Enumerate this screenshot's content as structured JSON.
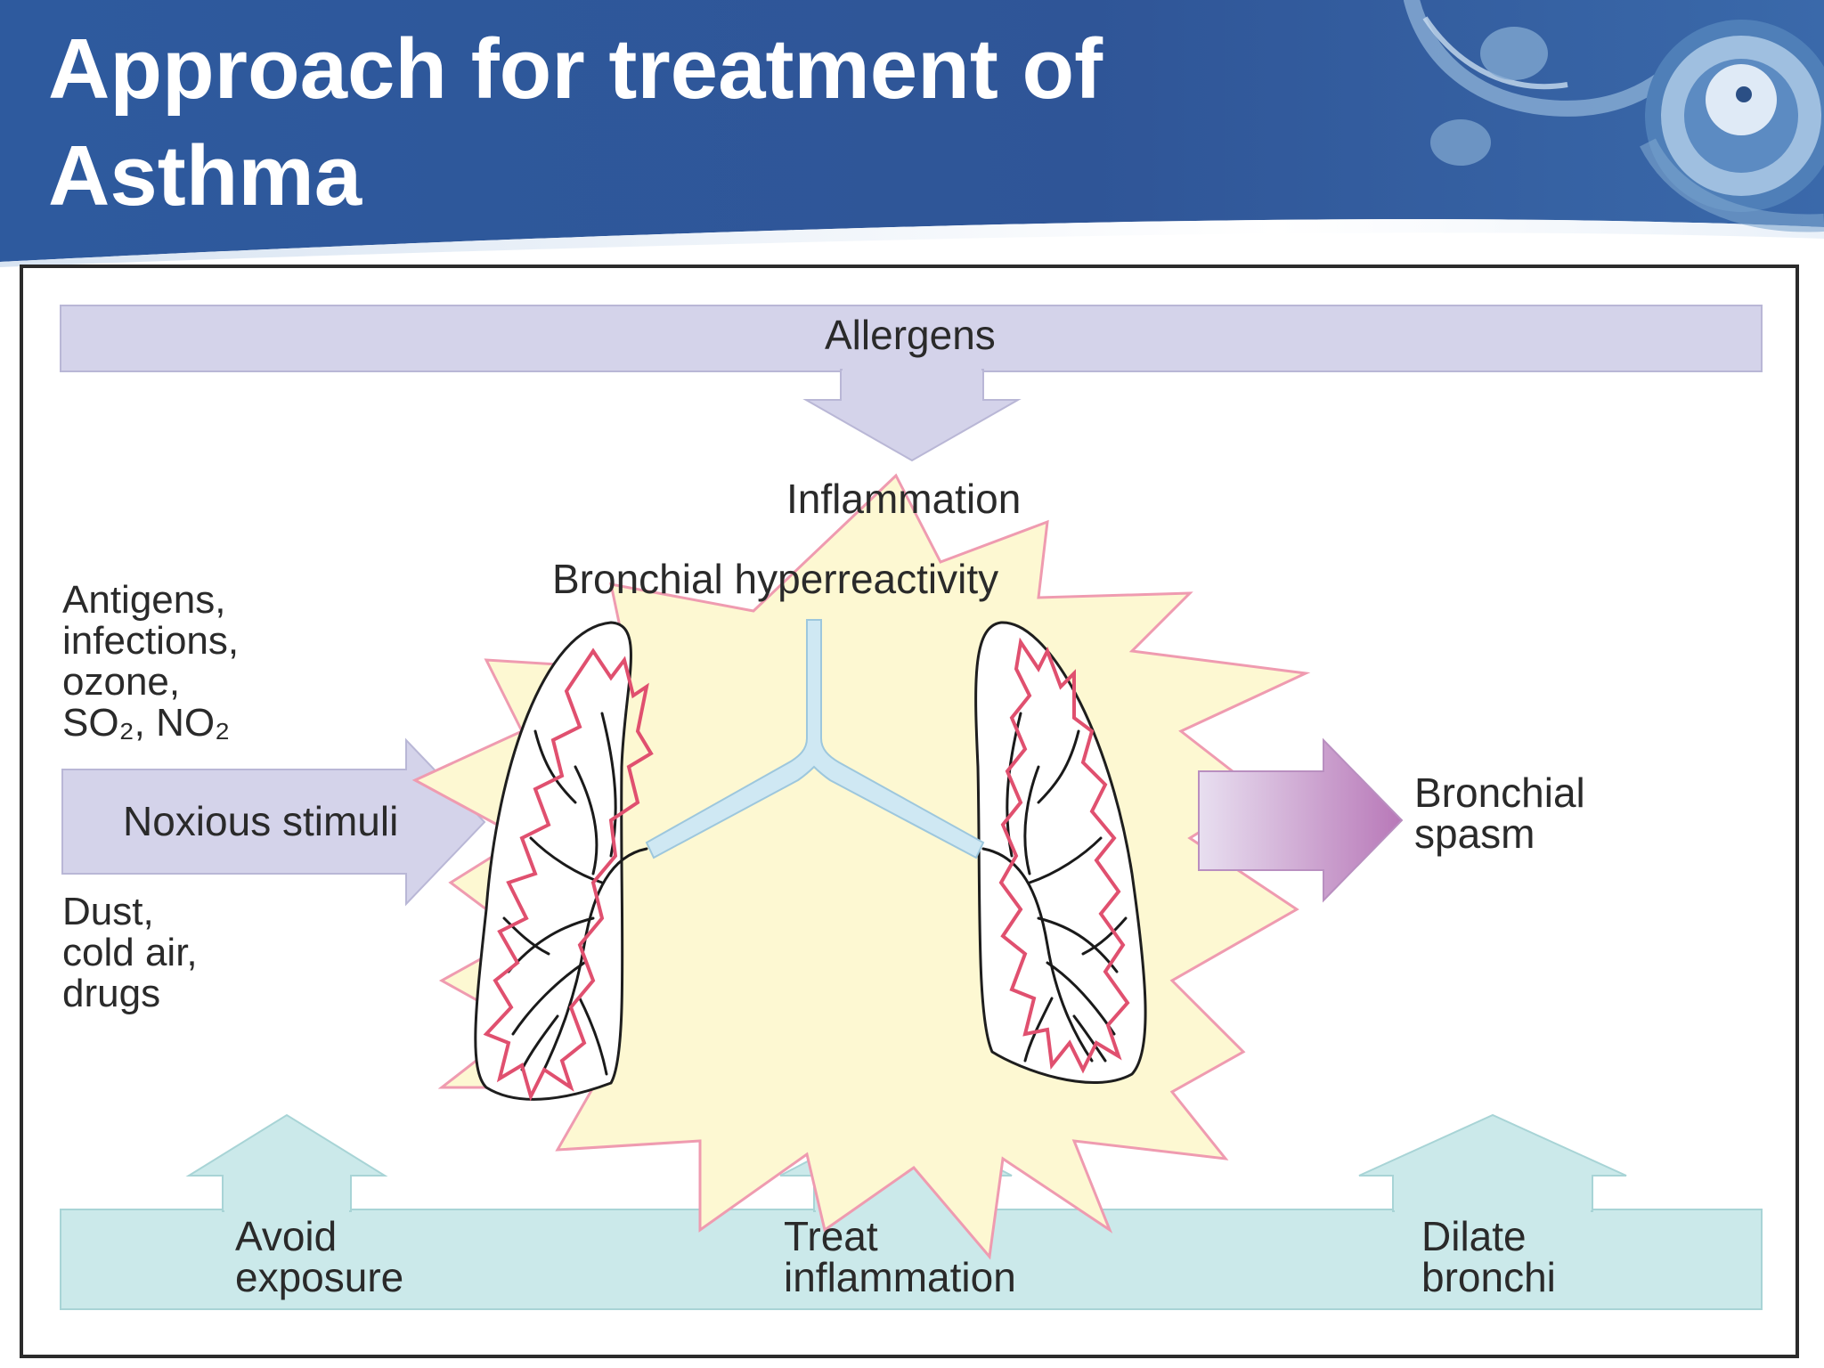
{
  "slide": {
    "title_line1": "Approach for treatment of",
    "title_line2": "Asthma"
  },
  "diagram": {
    "top_label": "Allergens",
    "center": {
      "inflammation": "Inflammation",
      "hyperreactivity": "Bronchial hyperreactivity"
    },
    "triggers_top": [
      "Antigens,",
      "infections,",
      "ozone,",
      "SO₂, NO₂"
    ],
    "noxious_label": "Noxious stimuli",
    "triggers_bottom": [
      "Dust,",
      "cold air,",
      "drugs"
    ],
    "spasm": [
      "Bronchial",
      "spasm"
    ],
    "treatments": [
      {
        "line1": "Avoid",
        "line2": "exposure"
      },
      {
        "line1": "Treat",
        "line2": "inflammation"
      },
      {
        "line1": "Dilate",
        "line2": "bronchi"
      }
    ]
  },
  "colors": {
    "header_blue": "#2f5597",
    "allergen_lavender": "#d4d3ea",
    "treatment_teal": "#cbe9ea",
    "inflammation_yellow": "#fdf8d2",
    "inflammation_outline": "#ef9bb0",
    "airway_red": "#e0506f",
    "trachea_blue": "#cfe8f3",
    "spasm_purple": "#b878b8"
  }
}
